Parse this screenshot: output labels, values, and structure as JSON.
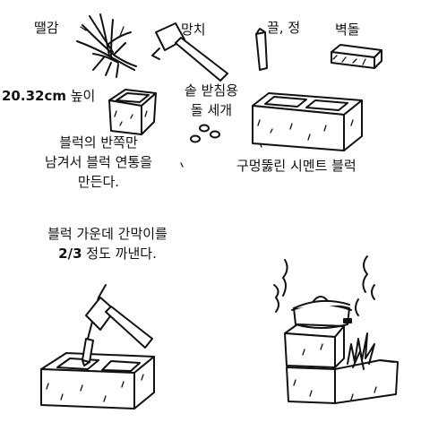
{
  "labels": {
    "kindling": "땔감",
    "hammer": "망치",
    "chisel": "끌, 정",
    "brick": "벽돌",
    "height_value": "20.32cm",
    "height_word": "높이",
    "pot_supports_1": "솥 받침용",
    "pot_supports_2": "돌 세개",
    "step1_line1": "블럭의 반쪽만",
    "step1_line2": "남겨서 블럭 연통을",
    "step1_line3": "만든다.",
    "cinder_block": "구멍뚫린 시멘트 블럭",
    "step2_line1": "블럭 가운데 간막이를",
    "step2_ratio": "2/3",
    "step2_rest": "정도 까낸다."
  }
}
